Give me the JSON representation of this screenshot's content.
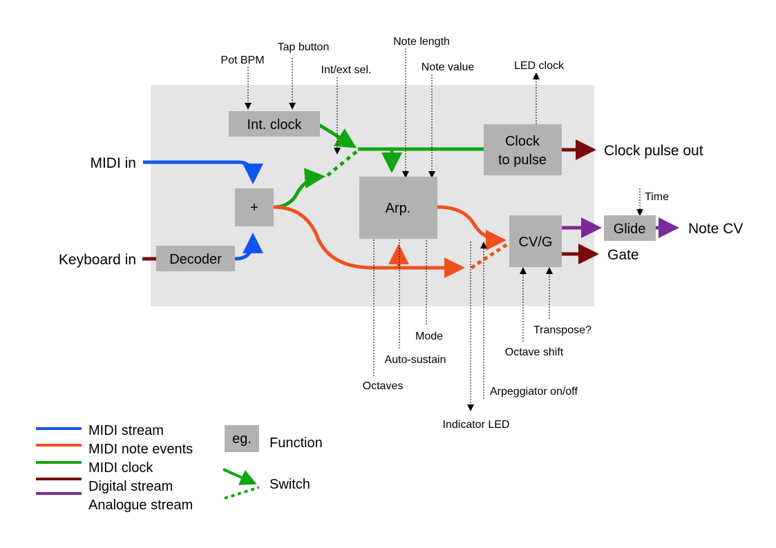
{
  "title": "Arpeggiator system block diagram",
  "colors": {
    "midi_stream": "#1155ee",
    "midi_note_events": "#f05020",
    "midi_clock": "#11a511",
    "digital_stream": "#7a0a0a",
    "analogue_stream": "#7a2a99",
    "function_box": "#b2b2b2",
    "system_area": "#e5e5e5"
  },
  "blocks": {
    "int_clock": "Int. clock",
    "plus": "+",
    "decoder": "Decoder",
    "arp": "Arp.",
    "clock_to_pulse_1": "Clock",
    "clock_to_pulse_2": "to pulse",
    "cvg": "CV/G",
    "glide": "Glide"
  },
  "io": {
    "midi_in": "MIDI in",
    "keyboard_in": "Keyboard in",
    "clock_pulse_out": "Clock pulse out",
    "note_cv": "Note CV",
    "gate": "Gate"
  },
  "controls": {
    "pot_bpm": "Pot BPM",
    "tap_button": "Tap button",
    "int_ext_sel": "Int/ext sel.",
    "note_length": "Note length",
    "note_value": "Note value",
    "led_clock": "LED clock",
    "time": "Time",
    "octaves": "Octaves",
    "auto_sustain": "Auto-sustain",
    "mode": "Mode",
    "indicator_led": "Indicator LED",
    "arpeggiator_on_off": "Arpeggiator on/off",
    "octave_shift": "Octave shift",
    "transpose": "Transpose?"
  },
  "legend": {
    "items": [
      {
        "label": "MIDI stream",
        "color": "#1155ee"
      },
      {
        "label": "MIDI note events",
        "color": "#f05020"
      },
      {
        "label": "MIDI clock",
        "color": "#11a511"
      },
      {
        "label": "Digital stream",
        "color": "#7a0a0a"
      },
      {
        "label": "Analogue stream",
        "color": "#7a2a99"
      }
    ],
    "function_example": "eg.",
    "function_label": "Function",
    "switch_label": "Switch"
  }
}
